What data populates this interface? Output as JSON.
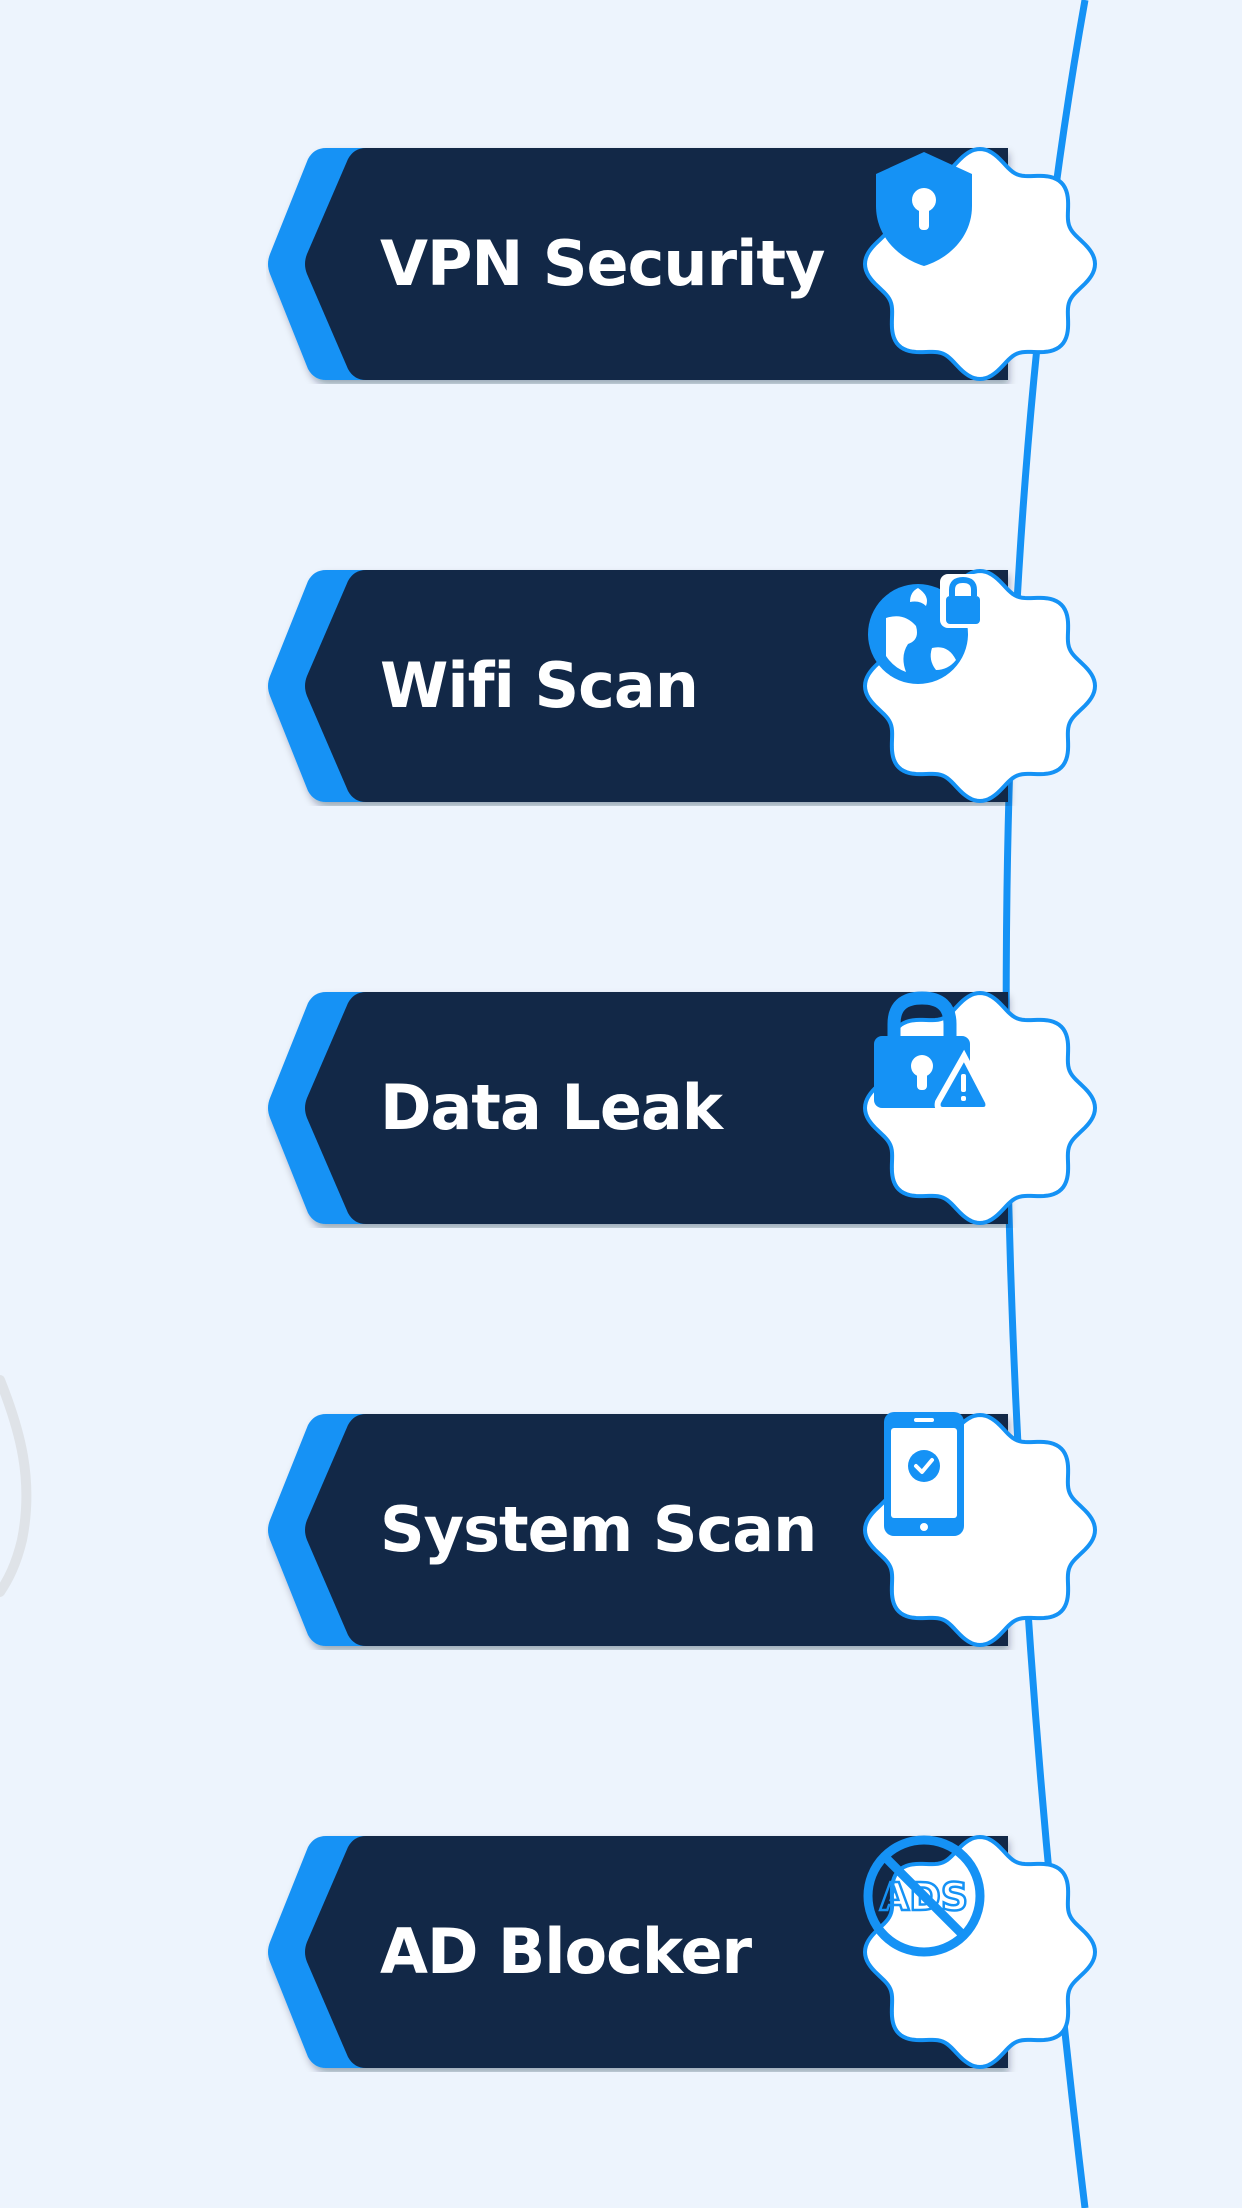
{
  "features": [
    {
      "label": "VPN Security",
      "icon": "shield-lock-icon"
    },
    {
      "label": "Wifi Scan",
      "icon": "globe-lock-icon"
    },
    {
      "label": "Data Leak",
      "icon": "lock-warning-icon"
    },
    {
      "label": "System Scan",
      "icon": "phone-check-icon"
    },
    {
      "label": "AD Blocker",
      "icon": "ads-blocked-icon"
    }
  ],
  "colors": {
    "background": "#edf4fd",
    "banner": "#122847",
    "accent": "#1592f5",
    "badge": "#ffffff",
    "label": "#ffffff"
  }
}
